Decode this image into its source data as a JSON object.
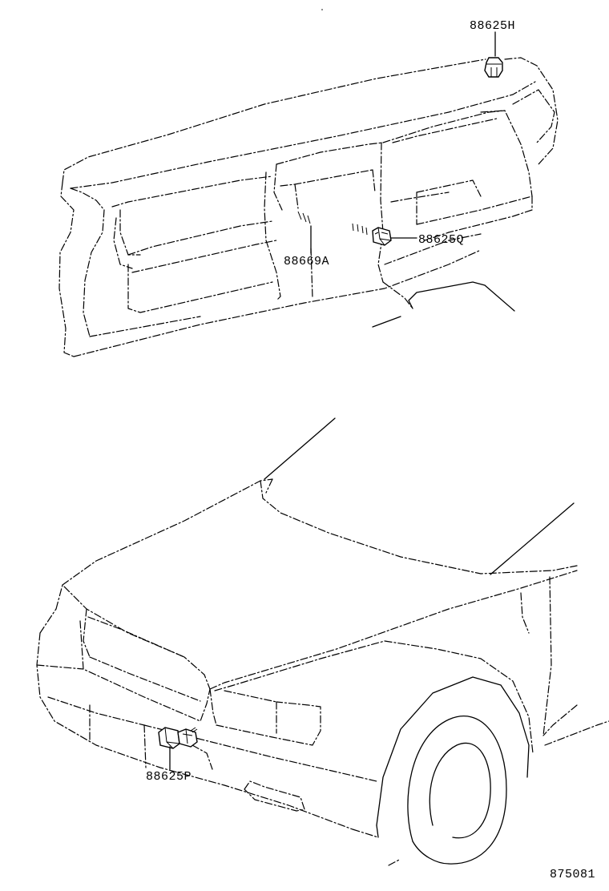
{
  "labels": {
    "sensor_top": "88625H",
    "connector_dash": "88625Q",
    "hose_dash": "88669A",
    "sensor_front": "88625P",
    "drawing_no": "875081"
  },
  "colors": {
    "ink": "#000000",
    "paper": "#ffffff"
  },
  "icons": [
    "solar-sensor-icon",
    "thermistor-icon",
    "aspirator-hose-icon",
    "ambient-sensor-icon"
  ]
}
